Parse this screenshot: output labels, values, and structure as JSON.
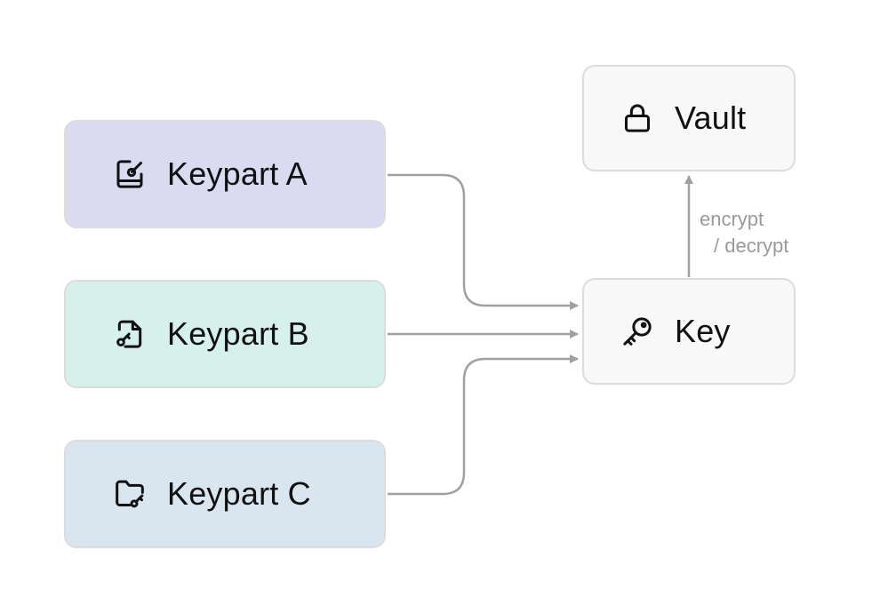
{
  "nodes": {
    "keypart_a": {
      "label": "Keypart A",
      "icon": "document-edit-icon",
      "fill": "#dadaf0"
    },
    "keypart_b": {
      "label": "Keypart B",
      "icon": "file-key-icon",
      "fill": "#d6f0eb"
    },
    "keypart_c": {
      "label": "Keypart C",
      "icon": "folder-key-icon",
      "fill": "#d9e6f0"
    },
    "key": {
      "label": "Key",
      "icon": "key-icon",
      "fill": "#f8f8f8"
    },
    "vault": {
      "label": "Vault",
      "icon": "lock-icon",
      "fill": "#f8f8f8"
    }
  },
  "edges": [
    {
      "from": "keypart_a",
      "to": "key"
    },
    {
      "from": "keypart_b",
      "to": "key"
    },
    {
      "from": "keypart_c",
      "to": "key"
    },
    {
      "from": "key",
      "to": "vault",
      "label_line1": "encrypt",
      "label_line2": "/ decrypt"
    }
  ],
  "colors": {
    "edge": "#a0a0a0",
    "border": "#dcdcdc",
    "text": "#111111",
    "edge_label": "#9a9a9a"
  }
}
